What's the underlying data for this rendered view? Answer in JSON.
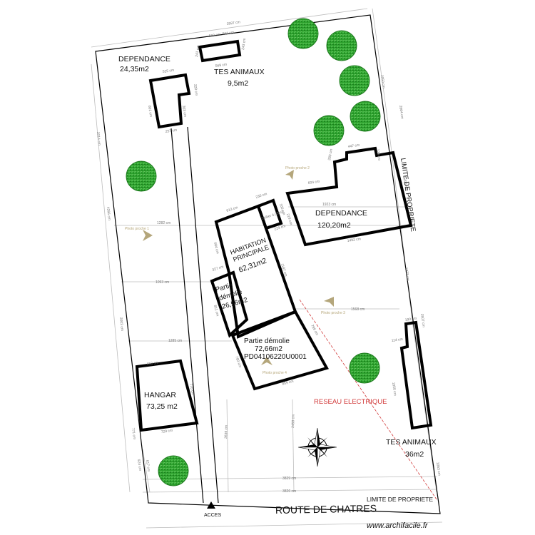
{
  "labels": {
    "dep_top_name": "DEPENDANCE",
    "dep_top_area": "24,35m2",
    "tes_top_name": "TES ANIMAUX",
    "tes_top_area": "9,5m2",
    "limite_right": "LIMITE DE PROPRIETE",
    "dep_right_name": "DEPENDANCE",
    "dep_right_area": "120,20m2",
    "habitation_line1": "HABITATION",
    "habitation_line2": "PRINCIPALE",
    "habitation_area": "62,31m2",
    "partie_small_line1": "Partie",
    "partie_small_line2": "démolie",
    "partie_small_area": "26,56m2",
    "partie_big_line1": "Partie démolie",
    "partie_big_area": "72,66m2",
    "partie_big_ref": "PD04106220U0001",
    "hangar_name": "HANGAR",
    "hangar_area": "73,25 m2",
    "reseau": "RESEAU ELECTRIQUE",
    "tes_bottom_name": "TES ANIMAUX",
    "tes_bottom_area": "36m2",
    "limite_bottom": "LIMITE DE PROPRIETE",
    "route": "ROUTE DE CHATRES",
    "acces": "ACCES",
    "watermark": "www.archifacile.fr"
  },
  "photo_labels": {
    "p1": "Photo proche 1",
    "p2": "Photo proche 2",
    "p3": "Photo proche 3",
    "p4": "Photo proche 4"
  },
  "dimensions": {
    "top_width": "3587 cm",
    "tes_w_top": "569 cm",
    "tes_w_mid": "561 cm",
    "tes_h_l": "241 cm",
    "tes_h_r": "243 cm",
    "tes_w_bottom": "569 cm",
    "dep_top_w": "525 cm",
    "dep_top_h": "328 cm",
    "dep_top_side": "601 cm",
    "dep_top_bottom": "257 cm",
    "dep_top_inner": "303 cm",
    "left_upper": "2014 cm",
    "left_mid": "4266 cm",
    "left_lower": "2003 cm",
    "right_top": "1950 cm",
    "right_upper": "2664 cm",
    "right_mid": "1273 cm",
    "right_lower": "2507 cm",
    "right_bottom": "1063 cm",
    "dep_r_top": "447 cm",
    "dep_r_small": "120 cm",
    "dep_r_side": "280 cm",
    "dep_r_step": "604 cm",
    "dep_r_right": "589 cm",
    "dep_r_inner": "1923 cm",
    "dep_r_bottom": "1492 cm",
    "dep_r_ext": "1282 cm",
    "hab_w": "613 cm",
    "hab_w2": "230 cm",
    "hab_side": "1187 cm",
    "hab_left": "604 cm",
    "hab_s1": "160 cm",
    "hab_s2": "219 cm",
    "hab_s3": "229 cm",
    "cellier": "Cellier 4,05m2",
    "p_small_w": "327 cm",
    "p_small_h": "811 cm",
    "mid_row": "1093 cm",
    "p_big_w": "1568 cm",
    "p_big_side": "789 cm",
    "p_big_left": "780 cm",
    "p_big_bottom": "859 cm",
    "hangar_row": "1285 cm",
    "hangar_top": "653 cm",
    "hangar_left": "771 cm",
    "hangar_right": "778 cm",
    "hangar_bottom": "729 cm",
    "bottom_width_1": "3829 cm",
    "bottom_width_2": "3826 cm",
    "bottom_left": "924 cm",
    "bottom_left2": "617 cm",
    "mid_vert": "2458 cm",
    "mid_vert2": "2636 cm",
    "tes_b_w": "190 cm",
    "tes_b_side": "1950 cm",
    "tes_b_small": "114 cm"
  },
  "colors": {
    "wall": "#000000",
    "tree": "#2ea32e",
    "arrow": "#b4a67b",
    "reseau": "#d23b3b",
    "dimension_line": "#bdbdbd"
  }
}
